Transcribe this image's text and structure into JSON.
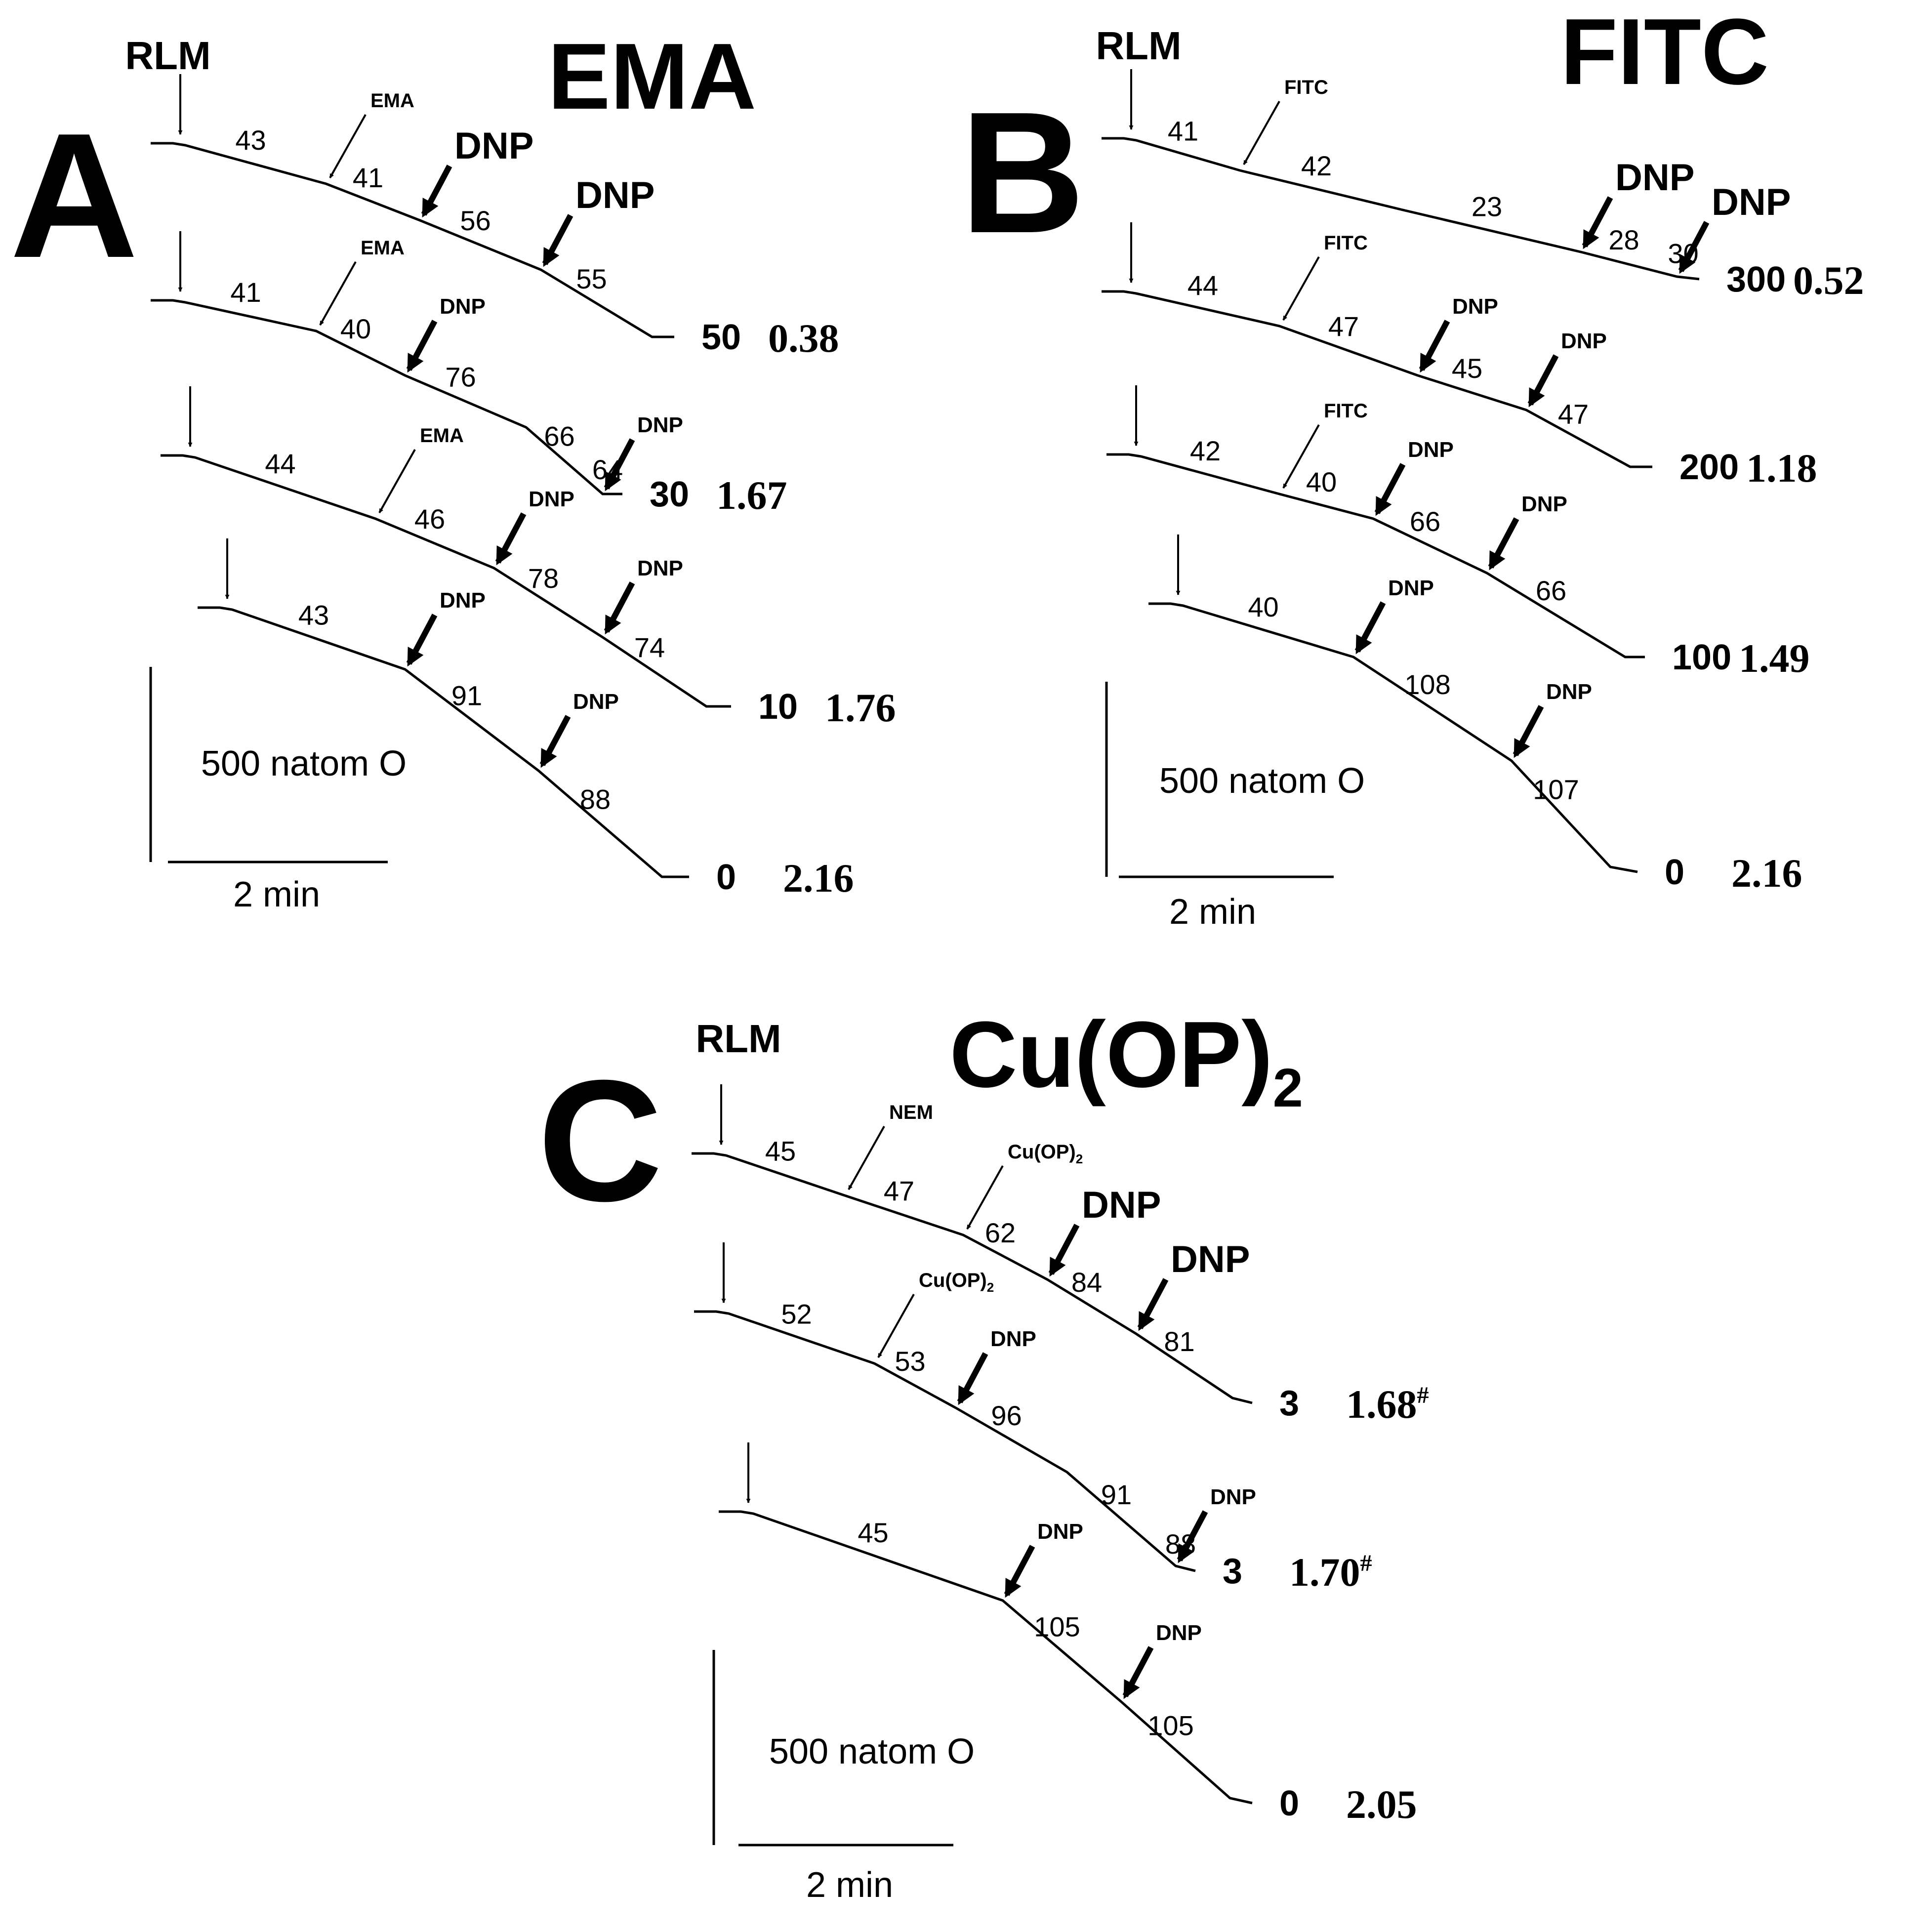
{
  "chart_data": [
    {
      "panel": "A",
      "title": "EMA",
      "type": "line",
      "start_label": "RLM",
      "scale": {
        "y_label": "500 natom O",
        "x_label": "2 min"
      },
      "traces": [
        {
          "dose": "50",
          "ratio": "0.38",
          "segments": [
            {
              "label": "43",
              "arrow_after": "EMA",
              "arrow_style": "thin"
            },
            {
              "label": "41",
              "arrow_after": "DNP",
              "arrow_style": "bold"
            },
            {
              "label": "56",
              "arrow_after": "DNP",
              "arrow_style": "bold"
            },
            {
              "label": "55"
            }
          ]
        },
        {
          "dose": "30",
          "ratio": "1.67",
          "segments": [
            {
              "label": "41",
              "arrow_after": "EMA",
              "arrow_style": "thin"
            },
            {
              "label": "40",
              "arrow_after": "DNP",
              "arrow_style": "bold"
            },
            {
              "label": "76"
            },
            {
              "label": "66",
              "arrow_after": "DNP",
              "arrow_style": "bold"
            },
            {
              "label": "64"
            }
          ]
        },
        {
          "dose": "10",
          "ratio": "1.76",
          "segments": [
            {
              "label": "44",
              "arrow_after": "EMA",
              "arrow_style": "thin"
            },
            {
              "label": "46",
              "arrow_after": "DNP",
              "arrow_style": "bold"
            },
            {
              "label": "78",
              "arrow_after": "DNP",
              "arrow_style": "bold"
            },
            {
              "label": "74"
            }
          ]
        },
        {
          "dose": "0",
          "ratio": "2.16",
          "segments": [
            {
              "label": "43",
              "arrow_after": "DNP",
              "arrow_style": "bold"
            },
            {
              "label": "91",
              "arrow_after": "DNP",
              "arrow_style": "bold"
            },
            {
              "label": "88"
            }
          ]
        }
      ]
    },
    {
      "panel": "B",
      "title": "FITC",
      "type": "line",
      "start_label": "RLM",
      "scale": {
        "y_label": "500 natom O",
        "x_label": "2 min"
      },
      "traces": [
        {
          "dose": "300",
          "ratio": "0.52",
          "segments": [
            {
              "label": "41",
              "arrow_after": "FITC",
              "arrow_style": "thin"
            },
            {
              "label": "42"
            },
            {
              "label": "23",
              "arrow_after": "DNP",
              "arrow_style": "bold"
            },
            {
              "label": "28",
              "arrow_after": "DNP",
              "arrow_style": "bold"
            },
            {
              "label": "30"
            }
          ]
        },
        {
          "dose": "200",
          "ratio": "1.18",
          "segments": [
            {
              "label": "44",
              "arrow_after": "FITC",
              "arrow_style": "thin"
            },
            {
              "label": "47",
              "arrow_after": "DNP",
              "arrow_style": "bold"
            },
            {
              "label": "45",
              "arrow_after": "DNP",
              "arrow_style": "bold"
            },
            {
              "label": "47"
            }
          ]
        },
        {
          "dose": "100",
          "ratio": "1.49",
          "segments": [
            {
              "label": "42",
              "arrow_after": "FITC",
              "arrow_style": "thin"
            },
            {
              "label": "40",
              "arrow_after": "DNP",
              "arrow_style": "bold"
            },
            {
              "label": "66",
              "arrow_after": "DNP",
              "arrow_style": "bold"
            },
            {
              "label": "66"
            }
          ]
        },
        {
          "dose": "0",
          "ratio": "2.16",
          "segments": [
            {
              "label": "40",
              "arrow_after": "DNP",
              "arrow_style": "bold"
            },
            {
              "label": "108",
              "arrow_after": "DNP",
              "arrow_style": "bold"
            },
            {
              "label": "107"
            }
          ]
        }
      ]
    },
    {
      "panel": "C",
      "title": "Cu(OP)",
      "title_subscript": "2",
      "type": "line",
      "start_label": "RLM",
      "scale": {
        "y_label": "500 natom O",
        "x_label": "2 min"
      },
      "traces": [
        {
          "dose": "3",
          "ratio": "1.68",
          "ratio_mark": "#",
          "segments": [
            {
              "label": "45",
              "arrow_after": "NEM",
              "arrow_style": "thin"
            },
            {
              "label": "47",
              "arrow_after": "Cu(OP)2",
              "arrow_style": "thin"
            },
            {
              "label": "62",
              "arrow_after": "DNP",
              "arrow_style": "bold"
            },
            {
              "label": "84",
              "arrow_after": "DNP",
              "arrow_style": "bold"
            },
            {
              "label": "81"
            }
          ]
        },
        {
          "dose": "3",
          "ratio": "1.70",
          "ratio_mark": "#",
          "segments": [
            {
              "label": "52",
              "arrow_after": "Cu(OP)2",
              "arrow_style": "thin"
            },
            {
              "label": "53",
              "arrow_after": "DNP",
              "arrow_style": "bold"
            },
            {
              "label": "96"
            },
            {
              "label": "91",
              "arrow_after": "DNP",
              "arrow_style": "bold"
            },
            {
              "label": "88"
            }
          ]
        },
        {
          "dose": "0",
          "ratio": "2.05",
          "segments": [
            {
              "label": "45",
              "arrow_after": "DNP",
              "arrow_style": "bold"
            },
            {
              "label": "105",
              "arrow_after": "DNP",
              "arrow_style": "bold"
            },
            {
              "label": "105"
            }
          ]
        }
      ]
    }
  ]
}
